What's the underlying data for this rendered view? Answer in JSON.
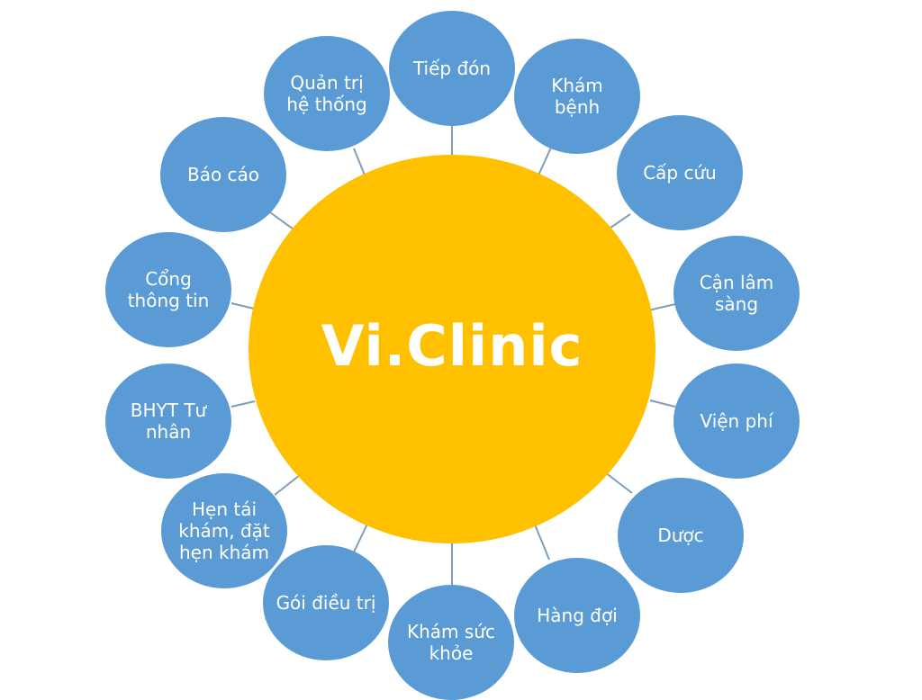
{
  "center": {
    "label": "Vi.Clinic",
    "color": "#FFC000"
  },
  "node_color": "#5B9BD5",
  "nodes": [
    {
      "label": "Tiếp đón"
    },
    {
      "label": "Khám bệnh"
    },
    {
      "label": "Cấp cứu"
    },
    {
      "label": "Cận lâm sàng"
    },
    {
      "label": "Viện phí"
    },
    {
      "label": "Dược"
    },
    {
      "label": "Hàng đợi"
    },
    {
      "label": "Khám sức khỏe"
    },
    {
      "label": "Gói điều trị"
    },
    {
      "label": "Hẹn tái khám, đặt hẹn khám"
    },
    {
      "label": "BHYT Tư nhân"
    },
    {
      "label": "Cổng thông tin"
    },
    {
      "label": "Báo cáo"
    },
    {
      "label": "Quản trị hệ thống"
    }
  ]
}
